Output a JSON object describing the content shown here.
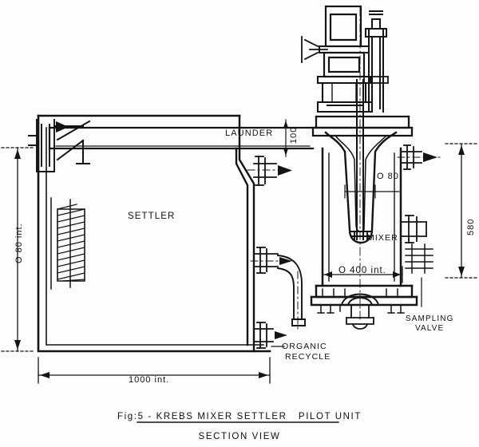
{
  "drawing": {
    "title": "Fig:5 - KREBS MIXER SETTLER   PILOT UNIT",
    "subtitle": "SECTION VIEW",
    "ink_color": "#101010",
    "paper_color": "#fdfdfd"
  },
  "labels": {
    "launder": "LAUNDER",
    "settler": "SETTLER",
    "mixer": "MIXER",
    "organic_recycle_line1": "ORGANIC",
    "organic_recycle_line2": "RECYCLE",
    "sampling_valve_line1": "SAMPLING",
    "sampling_valve_line2": "VALVE"
  },
  "dimensions": {
    "launder_height": "100",
    "mixer_dia": "O 80",
    "mixer_body_dia": "O 400 int.",
    "settler_width": "1000 int.",
    "settler_depth": "O 80 int.",
    "overall_height": "580"
  }
}
